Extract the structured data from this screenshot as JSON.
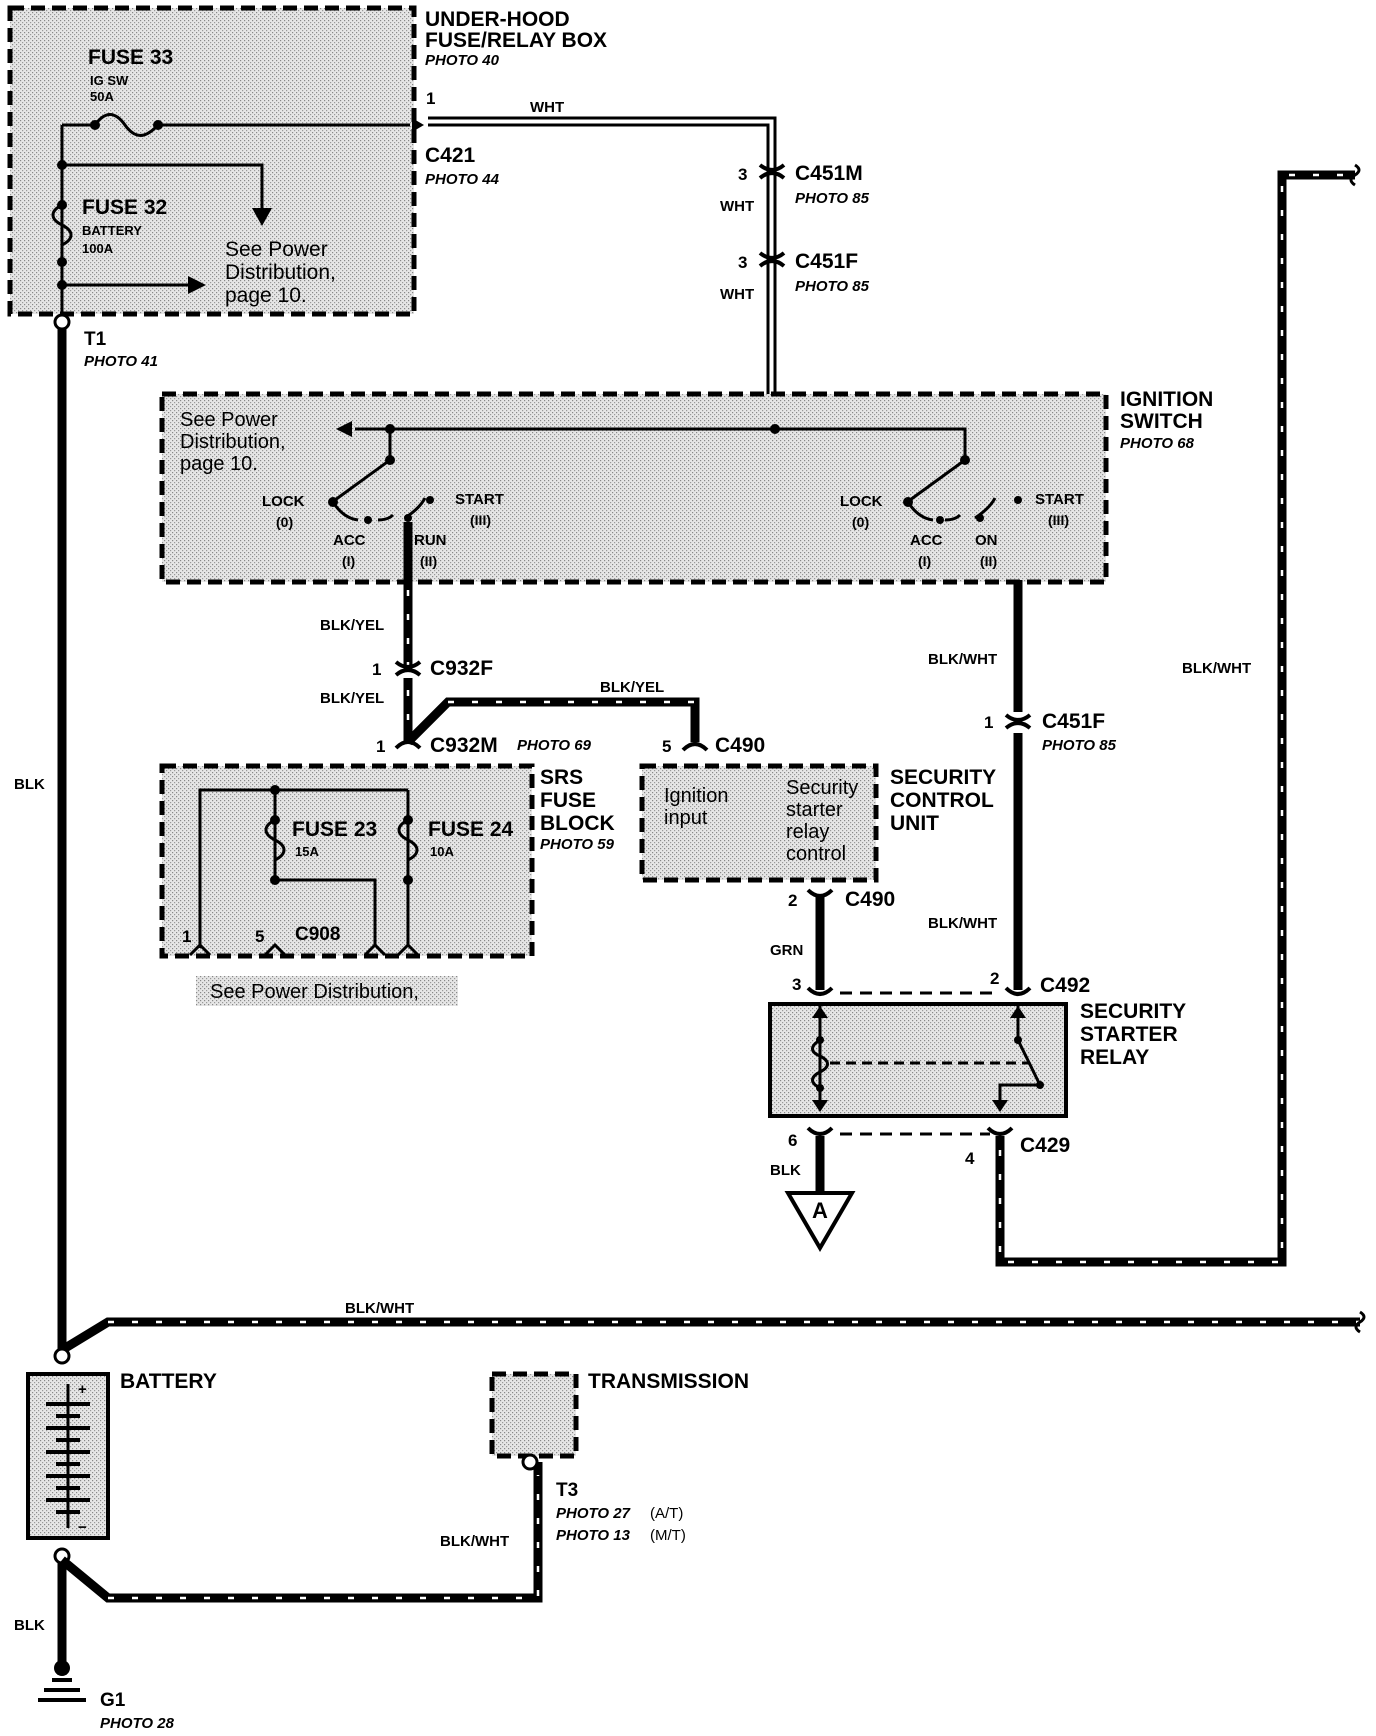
{
  "underhood": {
    "title1": "UNDER-HOOD",
    "title2": "FUSE/RELAY BOX",
    "photo": "PHOTO 40"
  },
  "fuse33": {
    "name": "FUSE 33",
    "sub": "IG SW",
    "amp": "50A"
  },
  "fuse32": {
    "name": "FUSE 32",
    "sub": "BATTERY",
    "amp": "100A"
  },
  "powerdist1": {
    "l1": "See Power",
    "l2": "Distribution,",
    "l3": "page 10."
  },
  "c421": {
    "pin": "1",
    "name": "C421",
    "photo": "PHOTO 44",
    "wire": "WHT"
  },
  "t1": {
    "name": "T1",
    "photo": "PHOTO 41"
  },
  "c451m": {
    "pin": "3",
    "name": "C451M",
    "photo": "PHOTO 85",
    "wire": "WHT"
  },
  "c451f_top": {
    "pin": "3",
    "name": "C451F",
    "photo": "PHOTO 85",
    "wire": "WHT"
  },
  "ignition": {
    "title1": "IGNITION",
    "title2": "SWITCH",
    "photo": "PHOTO 68",
    "pd1": "See Power",
    "pd2": "Distribution,",
    "pd3": "page 10.",
    "lock": "LOCK",
    "lock_n": "(0)",
    "acc": "ACC",
    "acc_n": "(I)",
    "run": "RUN",
    "run_n": "(II)",
    "start": "START",
    "start_n": "(III)",
    "lock2": "LOCK",
    "lock2_n": "(0)",
    "acc2": "ACC",
    "acc2_n": "(I)",
    "on": "ON",
    "on_n": "(II)",
    "start2": "START",
    "start2_n": "(III)"
  },
  "c932f": {
    "pin": "1",
    "name": "C932F",
    "wire_top": "BLK/YEL",
    "wire_bot": "BLK/YEL"
  },
  "c932m": {
    "pin": "1",
    "name": "C932M",
    "photo": "PHOTO 69"
  },
  "blkyel_top": "BLK/YEL",
  "c490_top": {
    "pin": "5",
    "name": "C490"
  },
  "srs": {
    "t1": "SRS",
    "t2": "FUSE",
    "t3": "BLOCK",
    "photo": "PHOTO 59",
    "f23": "FUSE 23",
    "f23a": "15A",
    "f24": "FUSE 24",
    "f24a": "10A",
    "p1": "1",
    "p5": "5",
    "c908": "C908",
    "pd": "See Power Distribution,"
  },
  "scu": {
    "t1": "SECURITY",
    "t2": "CONTROL",
    "t3": "UNIT",
    "in1": "Ignition",
    "in2": "input",
    "o1": "Security",
    "o2": "starter",
    "o3": "relay",
    "o4": "control"
  },
  "c451f_right": {
    "pin": "1",
    "name": "C451F",
    "photo": "PHOTO 85",
    "wire_top": "BLK/WHT",
    "wire_bot": "BLK/WHT"
  },
  "c490_bot": {
    "pin": "2",
    "name": "C490",
    "wire": "GRN"
  },
  "c492": {
    "pin3": "3",
    "pin2": "2",
    "name": "C492"
  },
  "relay": {
    "t1": "SECURITY",
    "t2": "STARTER",
    "t3": "RELAY"
  },
  "c429": {
    "pin6": "6",
    "pin4": "4",
    "name": "C429",
    "wire": "BLK",
    "ground": "A"
  },
  "blk_left": "BLK",
  "blkwht_right": "BLK/WHT",
  "blkwht_bottom": "BLK/WHT",
  "battery": {
    "name": "BATTERY",
    "plus": "+",
    "minus": "−"
  },
  "transmission": {
    "name": "TRANSMISSION"
  },
  "t3": {
    "name": "T3",
    "p1": "PHOTO 27",
    "p1n": "(A/T)",
    "p2": "PHOTO 13",
    "p2n": "(M/T)",
    "wire": "BLK/WHT"
  },
  "blk_ground": "BLK",
  "g1": {
    "name": "G1",
    "photo": "PHOTO 28"
  }
}
